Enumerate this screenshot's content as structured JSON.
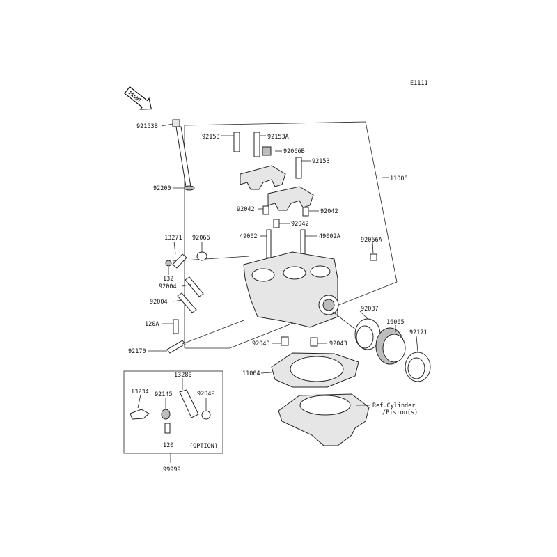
{
  "diagram_code": "E1111",
  "front_marker": "FRONT",
  "labels": {
    "p92153B": "92153B",
    "p92153_a": "92153",
    "p92153A": "92153A",
    "p92066B": "92066B",
    "p92153_b": "92153",
    "p11008": "11008",
    "p92200": "92200",
    "p92042_a": "92042",
    "p92042_b": "92042",
    "p92042_c": "92042",
    "p13271": "13271",
    "p92066": "92066",
    "p49002": "49002",
    "p49002A": "49002A",
    "p92066A": "92066A",
    "p132": "132",
    "p92004_a": "92004",
    "p92004_b": "92004",
    "p92037": "92037",
    "p16065": "16065",
    "p92171": "92171",
    "p120A": "120A",
    "p92043_a": "92043",
    "p92043_b": "92043",
    "p92170": "92170",
    "p11004": "11004",
    "p13280": "13280",
    "p13234": "13234",
    "p92145": "92145",
    "p92049": "92049",
    "p120": "120",
    "option": "(OPTION)",
    "p99999": "99999",
    "ref_line1": "Ref.Cylinder",
    "ref_line2": "/Piston(s)"
  }
}
